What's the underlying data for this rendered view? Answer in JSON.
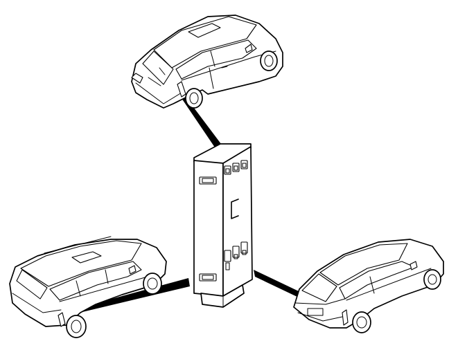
{
  "diagram": {
    "components": [
      {
        "id": "control-module",
        "kind": "control unit"
      },
      {
        "id": "car-top",
        "kind": "hatchback"
      },
      {
        "id": "car-left",
        "kind": "estate"
      },
      {
        "id": "car-right",
        "kind": "sedan"
      }
    ],
    "links": [
      {
        "from": "control-module",
        "to": "car-top"
      },
      {
        "from": "control-module",
        "to": "car-left"
      },
      {
        "from": "control-module",
        "to": "car-right"
      }
    ],
    "module_label": "C",
    "colors": {
      "line": "#000000",
      "background": "#ffffff"
    }
  }
}
